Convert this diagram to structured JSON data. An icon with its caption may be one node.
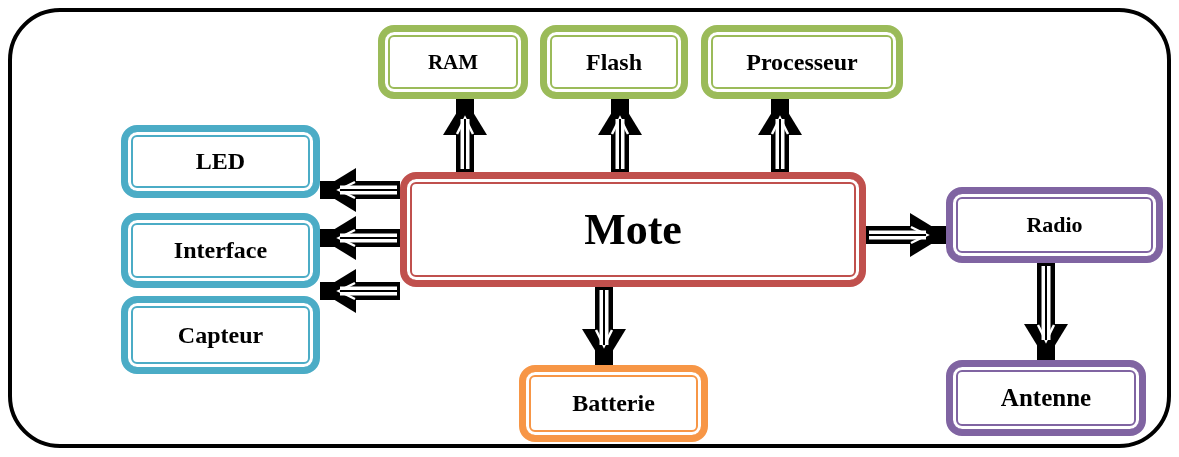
{
  "diagram": {
    "nodes": [
      {
        "text": [
          "RAM"
        ]
      },
      {
        "text": [
          "Flash"
        ]
      },
      {
        "text": [
          "Processeur"
        ]
      },
      {
        "text": [
          "LED"
        ]
      },
      {
        "text": [
          "Mote"
        ]
      },
      {
        "text": [
          "Radio"
        ]
      },
      {
        "text": [
          "Interface"
        ]
      },
      {
        "text": [
          "Capteur"
        ]
      },
      {
        "text": [
          "Antenne"
        ]
      },
      {
        "text": [
          "Batterie"
        ]
      }
    ],
    "edges": [
      {
        "from": 4,
        "to": 0,
        "arrow": "to"
      },
      {
        "from": 4,
        "to": 1,
        "arrow": "to"
      },
      {
        "from": 4,
        "to": 2,
        "arrow": "to"
      },
      {
        "from": 4,
        "to": 3,
        "arrow": "to"
      },
      {
        "from": 4,
        "to": 6,
        "arrow": "to"
      },
      {
        "from": 4,
        "to": 7,
        "arrow": "to"
      },
      {
        "from": 4,
        "to": 5,
        "arrow": "to"
      },
      {
        "from": 4,
        "to": 9,
        "arrow": "to"
      },
      {
        "from": 5,
        "to": 8,
        "arrow": "to"
      }
    ]
  }
}
